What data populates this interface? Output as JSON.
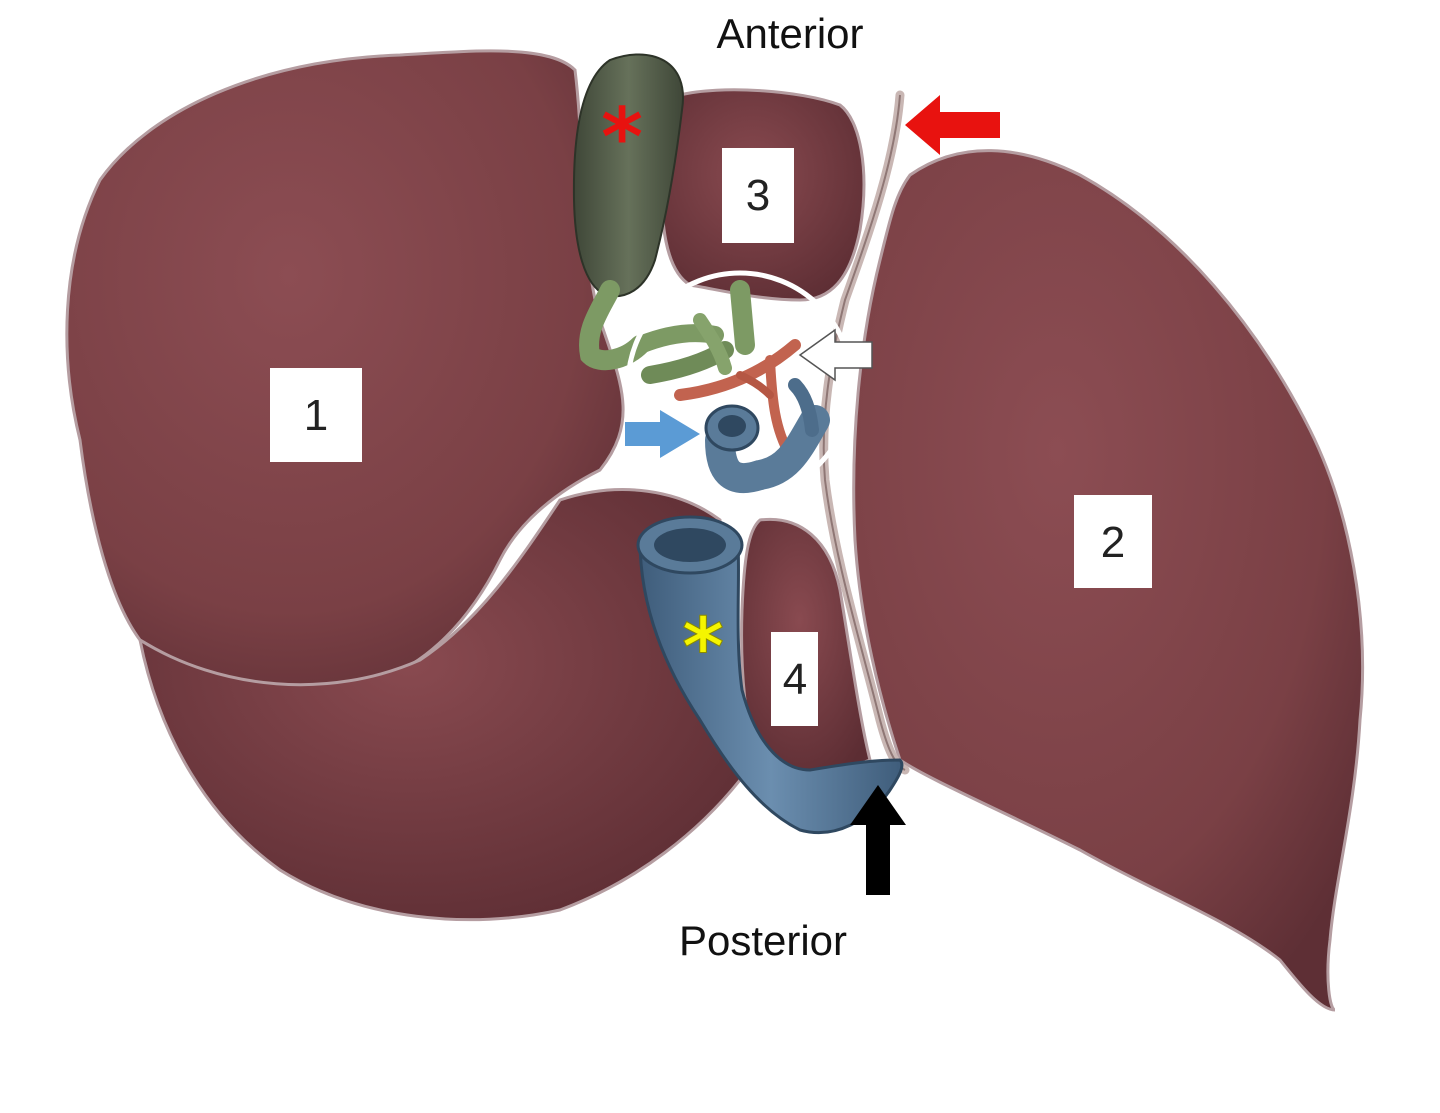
{
  "orientation": {
    "top": "Anterior",
    "bottom": "Posterior"
  },
  "labels": {
    "lobe_1": "1",
    "lobe_2": "2",
    "lobe_3": "3",
    "lobe_4": "4"
  },
  "markers": {
    "gallbladder_asterisk": "*",
    "vena_cava_asterisk": "*"
  },
  "colors": {
    "liver": "#7e4348",
    "liver_dark": "#5a2c32",
    "liver_edge": "#b9a3a6",
    "gallbladder": "#56604a",
    "bile_duct": "#7d9a64",
    "artery": "#c2634f",
    "vein": "#5a7b99",
    "arrow_red": "#e8120f",
    "arrow_blue": "#5b9bd5",
    "arrow_white": "#ffffff",
    "arrow_black": "#000000",
    "asterisk_red": "#e8120f",
    "asterisk_yellow": "#f5f500"
  },
  "icons": {
    "red_arrow": "arrow-left-icon",
    "white_arrow": "arrow-left-icon",
    "blue_arrow": "arrow-right-icon",
    "black_arrow": "arrow-up-icon"
  }
}
